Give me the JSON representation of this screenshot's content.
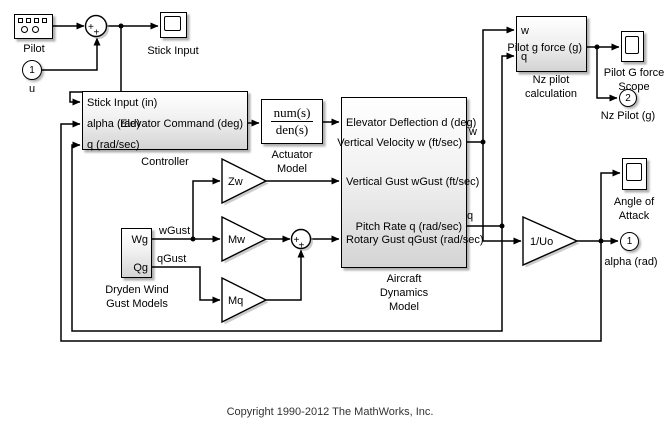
{
  "blocks": {
    "pilot": {
      "label": "Pilot"
    },
    "sum1": {
      "sign_left": "+",
      "sign_bottom": "+"
    },
    "stick_scope": {
      "label": "Stick Input"
    },
    "input_u": {
      "port": "1",
      "label": "u"
    },
    "controller": {
      "label": "Controller",
      "in_stick": "Stick Input (in)",
      "in_alpha": "alpha (rad)",
      "in_q": "q (rad/sec)",
      "out_elev": "Elevator Command (deg)"
    },
    "actuator": {
      "num": "num(s)",
      "den": "den(s)",
      "label1": "Actuator",
      "label2": "Model"
    },
    "aircraft": {
      "in_elev": "Elevator Deflection d (deg)",
      "out_w": "Vertical Velocity w (ft/sec)",
      "in_wgust": "Vertical Gust wGust (ft/sec)",
      "out_q": "Pitch Rate q (rad/sec)",
      "in_qgust": "Rotary Gust qGust (rad/sec)",
      "label1": "Aircraft",
      "label2": "Dynamics",
      "label3": "Model"
    },
    "dryden": {
      "out_wg": "Wg",
      "out_qg": "Qg",
      "label1": "Dryden Wind",
      "label2": "Gust Models"
    },
    "zw": {
      "label": "Zw"
    },
    "mw": {
      "label": "Mw"
    },
    "mq": {
      "label": "Mq"
    },
    "sum2": {
      "sign_left": "+",
      "sign_bottom": "+"
    },
    "uo": {
      "label": "1/Uo"
    },
    "nz": {
      "in_w": "w",
      "in_q": "q",
      "out": "Pilot g force (g)",
      "label1": "Nz pilot",
      "label2": "calculation"
    },
    "pgf_scope": {
      "label1": "Pilot G force",
      "label2": "Scope"
    },
    "output_nz": {
      "port": "2",
      "label": "Nz Pilot (g)"
    },
    "aoa_scope": {
      "label1": "Angle of",
      "label2": "Attack"
    },
    "output_alpha": {
      "port": "1",
      "label": "alpha (rad)"
    }
  },
  "signals": {
    "wgust": "wGust",
    "qgust": "qGust",
    "w": "w",
    "q": "q"
  },
  "footer": {
    "copyright": "Copyright 1990-2012 The MathWorks, Inc."
  },
  "colors": {
    "background": "#ffffff",
    "wire": "#000000",
    "block_border": "#000000",
    "block_gradient_top": "#ffffff",
    "block_gradient_bottom": "#d4d4d4",
    "shadow": "#9e9e9e"
  }
}
